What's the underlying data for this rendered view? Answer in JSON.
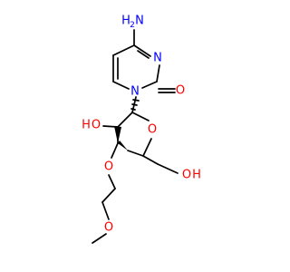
{
  "molecule": {
    "atom_labels": {
      "amine_n": "N",
      "amine_h": "H",
      "amine_h_count": "2",
      "ring_n3": "N",
      "ring_n1": "N",
      "carbonyl_o": "O",
      "hydroxyl_2_o": "O",
      "hydroxyl_2_h": "H",
      "ring_o": "O",
      "ether_3_o": "O",
      "hydroxyl_5_o": "O",
      "hydroxyl_5_h": "H",
      "methoxy_o": "O"
    },
    "colors": {
      "bond": "#000000",
      "nitrogen": "#0000ff",
      "oxygen": "#ff0000"
    }
  }
}
